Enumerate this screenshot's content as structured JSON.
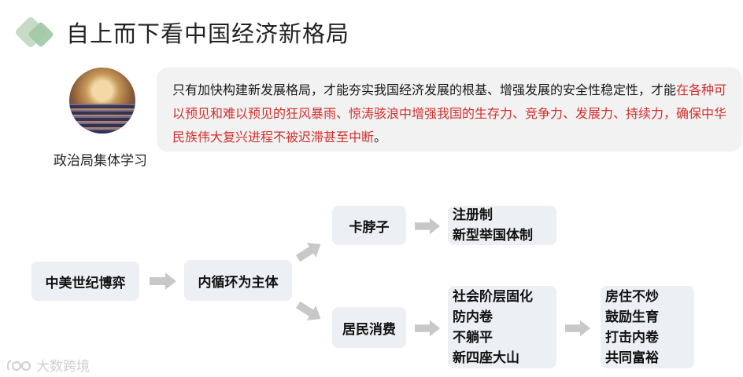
{
  "header": {
    "title": "自上而下看中国经济新格局"
  },
  "photo": {
    "caption": "政治局集体学习"
  },
  "quote": {
    "part1": "只有加快构建新发展格局，才能夯实我国经济发展的根基、增强发展的安全性稳定性，才能",
    "highlight": "在各种可以预见和难以预见的狂风暴雨、惊涛骇浪中增强我国的生存力、竞争力、发展力、持续力，确保中华民族伟大复兴进程不被迟滞甚至中断",
    "part2": "。",
    "highlight_color": "#d0302f"
  },
  "flow": {
    "node1": "中美世纪博弈",
    "node2": "内循环为主体",
    "node3": "卡脖子",
    "node4": "居民消费",
    "node3_result": [
      "注册制",
      "新型举国体制"
    ],
    "node4_result": [
      "社会阶层固化",
      "防内卷",
      "不躺平",
      "新四座大山"
    ],
    "node4_final": [
      "房住不炒",
      "鼓励生育",
      "打击内卷",
      "共同富裕"
    ],
    "box_color": "#eceff3",
    "arrow_color": "#c8c8c8"
  },
  "watermark": {
    "text": "大数跨境"
  }
}
